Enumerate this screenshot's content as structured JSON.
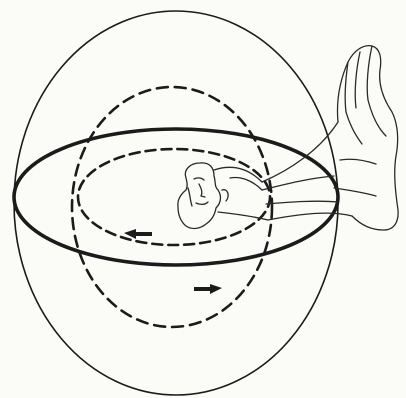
{
  "diagram": {
    "elements": [
      {
        "name": "outer-sphere",
        "shape": "ellipse"
      },
      {
        "name": "equatorial-plane",
        "shape": "ellipse"
      },
      {
        "name": "inner-dashed-loop",
        "shape": "ellipse"
      },
      {
        "name": "innermost-dashed-loop",
        "shape": "ellipse"
      },
      {
        "name": "flow-arrow-left",
        "direction": "left"
      },
      {
        "name": "flow-arrow-right",
        "direction": "right"
      },
      {
        "name": "head-figure",
        "shape": "sketch"
      },
      {
        "name": "raised-hand-figure",
        "shape": "sketch"
      }
    ],
    "colors": {
      "ink": "#1b1b1b",
      "paper": "#fbfbf8"
    }
  }
}
